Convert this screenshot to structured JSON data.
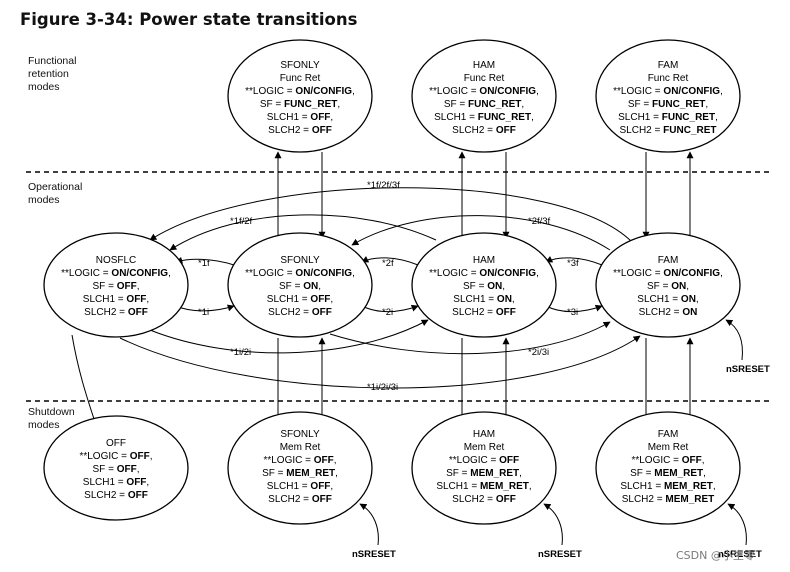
{
  "title": "Figure 3-34: Power state transitions",
  "mode_labels": {
    "functional": [
      "Functional",
      "retention",
      "modes"
    ],
    "operational": [
      "Operational",
      "modes"
    ],
    "shutdown": [
      "Shutdown",
      "modes"
    ]
  },
  "nodes": {
    "sfonly_func": {
      "lines": [
        [
          {
            "t": "SFONLY"
          }
        ],
        [
          {
            "t": "Func Ret"
          }
        ],
        [
          {
            "t": "**LOGIC = "
          },
          {
            "t": "ON/CONFIG",
            "b": true
          },
          {
            "t": ","
          }
        ],
        [
          {
            "t": "SF = "
          },
          {
            "t": "FUNC_RET",
            "b": true
          },
          {
            "t": ","
          }
        ],
        [
          {
            "t": "SLCH1 = "
          },
          {
            "t": "OFF",
            "b": true
          },
          {
            "t": ","
          }
        ],
        [
          {
            "t": "SLCH2 = "
          },
          {
            "t": "OFF",
            "b": true
          }
        ]
      ]
    },
    "ham_func": {
      "lines": [
        [
          {
            "t": "HAM"
          }
        ],
        [
          {
            "t": "Func Ret"
          }
        ],
        [
          {
            "t": "**LOGIC = "
          },
          {
            "t": "ON/CONFIG",
            "b": true
          },
          {
            "t": ","
          }
        ],
        [
          {
            "t": "SF = "
          },
          {
            "t": "FUNC_RET",
            "b": true
          },
          {
            "t": ","
          }
        ],
        [
          {
            "t": "SLCH1 = "
          },
          {
            "t": "FUNC_RET",
            "b": true
          },
          {
            "t": ","
          }
        ],
        [
          {
            "t": "SLCH2 = "
          },
          {
            "t": "OFF",
            "b": true
          }
        ]
      ]
    },
    "fam_func": {
      "lines": [
        [
          {
            "t": "FAM"
          }
        ],
        [
          {
            "t": "Func Ret"
          }
        ],
        [
          {
            "t": "**LOGIC = "
          },
          {
            "t": "ON/CONFIG",
            "b": true
          },
          {
            "t": ","
          }
        ],
        [
          {
            "t": "SF = "
          },
          {
            "t": "FUNC_RET",
            "b": true
          },
          {
            "t": ","
          }
        ],
        [
          {
            "t": "SLCH1 = "
          },
          {
            "t": "FUNC_RET",
            "b": true
          },
          {
            "t": ","
          }
        ],
        [
          {
            "t": "SLCH2 = "
          },
          {
            "t": "FUNC_RET",
            "b": true
          }
        ]
      ]
    },
    "nosflc": {
      "lines": [
        [
          {
            "t": "NOSFLC"
          }
        ],
        [
          {
            "t": "**LOGIC = "
          },
          {
            "t": "ON/CONFIG",
            "b": true
          },
          {
            "t": ","
          }
        ],
        [
          {
            "t": "SF = "
          },
          {
            "t": "OFF",
            "b": true
          },
          {
            "t": ","
          }
        ],
        [
          {
            "t": "SLCH1 = "
          },
          {
            "t": "OFF",
            "b": true
          },
          {
            "t": ","
          }
        ],
        [
          {
            "t": "SLCH2 = "
          },
          {
            "t": "OFF",
            "b": true
          }
        ]
      ]
    },
    "sfonly_op": {
      "lines": [
        [
          {
            "t": "SFONLY"
          }
        ],
        [
          {
            "t": "**LOGIC = "
          },
          {
            "t": "ON/CONFIG",
            "b": true
          },
          {
            "t": ","
          }
        ],
        [
          {
            "t": "SF = "
          },
          {
            "t": "ON",
            "b": true
          },
          {
            "t": ","
          }
        ],
        [
          {
            "t": "SLCH1 = "
          },
          {
            "t": "OFF",
            "b": true
          },
          {
            "t": ","
          }
        ],
        [
          {
            "t": "SLCH2 = "
          },
          {
            "t": "OFF",
            "b": true
          }
        ]
      ]
    },
    "ham_op": {
      "lines": [
        [
          {
            "t": "HAM"
          }
        ],
        [
          {
            "t": "**LOGIC = "
          },
          {
            "t": "ON/CONFIG",
            "b": true
          },
          {
            "t": ","
          }
        ],
        [
          {
            "t": "SF = "
          },
          {
            "t": "ON",
            "b": true
          },
          {
            "t": ","
          }
        ],
        [
          {
            "t": "SLCH1 = "
          },
          {
            "t": "ON",
            "b": true
          },
          {
            "t": ","
          }
        ],
        [
          {
            "t": "SLCH2 = "
          },
          {
            "t": "OFF",
            "b": true
          }
        ]
      ]
    },
    "fam_op": {
      "lines": [
        [
          {
            "t": "FAM"
          }
        ],
        [
          {
            "t": "**LOGIC = "
          },
          {
            "t": "ON/CONFIG",
            "b": true
          },
          {
            "t": ","
          }
        ],
        [
          {
            "t": "SF = "
          },
          {
            "t": "ON",
            "b": true
          },
          {
            "t": ","
          }
        ],
        [
          {
            "t": "SLCH1 = "
          },
          {
            "t": "ON",
            "b": true
          },
          {
            "t": ","
          }
        ],
        [
          {
            "t": "SLCH2 = "
          },
          {
            "t": "ON",
            "b": true
          }
        ]
      ]
    },
    "off": {
      "lines": [
        [
          {
            "t": "OFF"
          }
        ],
        [
          {
            "t": "**LOGIC = "
          },
          {
            "t": "OFF",
            "b": true
          },
          {
            "t": ","
          }
        ],
        [
          {
            "t": "SF = "
          },
          {
            "t": "OFF",
            "b": true
          },
          {
            "t": ","
          }
        ],
        [
          {
            "t": "SLCH1 = "
          },
          {
            "t": "OFF",
            "b": true
          },
          {
            "t": ","
          }
        ],
        [
          {
            "t": "SLCH2 = "
          },
          {
            "t": "OFF",
            "b": true
          }
        ]
      ]
    },
    "sfonly_mem": {
      "lines": [
        [
          {
            "t": "SFONLY"
          }
        ],
        [
          {
            "t": "Mem Ret"
          }
        ],
        [
          {
            "t": "**LOGIC = "
          },
          {
            "t": "OFF",
            "b": true
          },
          {
            "t": ","
          }
        ],
        [
          {
            "t": "SF = "
          },
          {
            "t": "MEM_RET",
            "b": true
          },
          {
            "t": ","
          }
        ],
        [
          {
            "t": "SLCH1 = "
          },
          {
            "t": "OFF",
            "b": true
          },
          {
            "t": ","
          }
        ],
        [
          {
            "t": "SLCH2 = "
          },
          {
            "t": "OFF",
            "b": true
          }
        ]
      ]
    },
    "ham_mem": {
      "lines": [
        [
          {
            "t": "HAM"
          }
        ],
        [
          {
            "t": "Mem Ret"
          }
        ],
        [
          {
            "t": "**LOGIC = "
          },
          {
            "t": "OFF",
            "b": true
          }
        ],
        [
          {
            "t": "SF = "
          },
          {
            "t": "MEM_RET",
            "b": true
          },
          {
            "t": ","
          }
        ],
        [
          {
            "t": "SLCH1 = "
          },
          {
            "t": "MEM_RET",
            "b": true
          },
          {
            "t": ","
          }
        ],
        [
          {
            "t": "SLCH2 = "
          },
          {
            "t": "OFF",
            "b": true
          }
        ]
      ]
    },
    "fam_mem": {
      "lines": [
        [
          {
            "t": "FAM"
          }
        ],
        [
          {
            "t": "Mem Ret"
          }
        ],
        [
          {
            "t": "**LOGIC = "
          },
          {
            "t": "OFF",
            "b": true
          },
          {
            "t": ","
          }
        ],
        [
          {
            "t": "SF = "
          },
          {
            "t": "MEM_RET",
            "b": true
          },
          {
            "t": ","
          }
        ],
        [
          {
            "t": "SLCH1 = "
          },
          {
            "t": "MEM_RET",
            "b": true
          },
          {
            "t": ","
          }
        ],
        [
          {
            "t": "SLCH2 = "
          },
          {
            "t": "MEM_RET",
            "b": true
          }
        ]
      ]
    }
  },
  "edge_labels": {
    "l_1f2f3f": "*1f/2f/3f",
    "l_1f2f": "*1f/2f",
    "l_2f3f": "*2f/3f",
    "l_1f": "*1f",
    "l_1i": "*1i",
    "l_2f": "*2f",
    "l_2i": "*2i",
    "l_3f": "*3f",
    "l_3i": "*3i",
    "l_1i2i": "*1i/2i",
    "l_2i3i": "*2i/3i",
    "l_1i2i3i": "*1i/2i/3i"
  },
  "reset_labels": {
    "fam_op": "nSRESET",
    "sfonly_mem": "nSRESET",
    "ham_mem": "nSRESET",
    "fam_mem": "nSRESET"
  },
  "watermark": "CSDN @小生零"
}
